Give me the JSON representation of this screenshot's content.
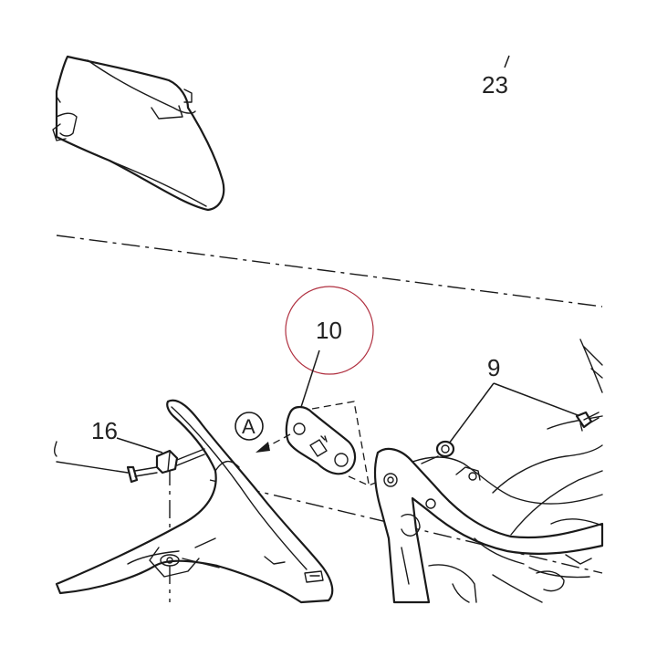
{
  "callouts": {
    "part_23": "23",
    "part_10": "10",
    "part_9": "9",
    "part_16": "16",
    "view_marker": "A"
  },
  "colors": {
    "line": "#1a1a1a",
    "highlight_circle": "#b03040",
    "background": "#ffffff"
  }
}
